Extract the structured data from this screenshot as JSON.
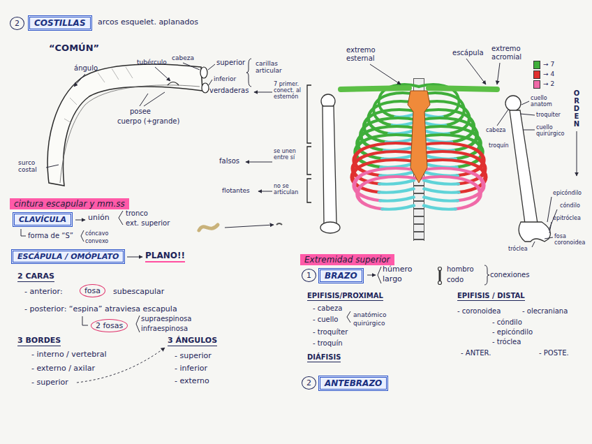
{
  "diagram": {
    "nodes": [
      {
        "text": [
          "2"
        ]
      },
      {
        "text": [
          "COSTILLAS"
        ]
      },
      {
        "text": [
          "cintura escapular y mm.ss"
        ]
      },
      {
        "text": [
          "CLAVÍCULA"
        ]
      },
      {
        "text": [
          "ESCÁPULA / OMÓPLATO"
        ]
      },
      {
        "text": [
          "fosa"
        ]
      },
      {
        "text": [
          "2 fosas"
        ]
      },
      {
        "text": [
          "Extremidad superior"
        ]
      },
      {
        "text": [
          "1"
        ]
      },
      {
        "text": [
          "BRAZO"
        ]
      },
      {
        "text": [
          "2"
        ]
      },
      {
        "text": [
          "ANTEBRAZO"
        ]
      }
    ],
    "labels": [
      "arcos esquelet. aplanados",
      "“COMÚN”",
      "tubérculo",
      "cabeza",
      "superior",
      "inferior",
      "carillas articular",
      "ángulo",
      "posee",
      "cuerpo (+grande)",
      "surco costal",
      "verdaderas",
      "7 primer. conect. al esternón",
      "falsos",
      "se unen entre sí",
      "flotantes",
      "no se articulan",
      "extremo esternal",
      "escápula",
      "extremo acromial",
      "cuello anatom",
      "troquíter",
      "cabeza",
      "cuello quirúrgico",
      "troquín",
      "ORDEN",
      "epicóndilo",
      "cóndilo",
      "epitróclea",
      "tróclea",
      "fosa coronoidea",
      "unión",
      "tronco",
      "ext. superior",
      "forma de “S”",
      "cóncavo",
      "convexo",
      "PLANO!!",
      "2 CARAS",
      "- anterior:",
      "subescapular",
      "- posterior: “espina” atraviesa escapula",
      "supraespinosa",
      "infraespinosa",
      "3 BORDES",
      "- interno / vertebral",
      "- externo / axilar",
      "- superior",
      "3 ÁNGULOS",
      "- superior",
      "- inferior",
      "- externo",
      "húmero",
      "largo",
      "hombro",
      "codo",
      "conexiones",
      "EPIFISIS/PROXIMAL",
      "- cabeza",
      "- cuello",
      "anatómico",
      "quirúrgico",
      "- troquíter",
      "- troquín",
      "DIÁFISIS",
      "EPIFISIS / DISTAL",
      "- coronoidea",
      "- olecraniana",
      "- cóndilo",
      "- epicóndilo",
      "- tróclea",
      "- ANTER.",
      "- POSTE."
    ],
    "legend": [
      {
        "text": "→ 7",
        "color": "#3fae3a"
      },
      {
        "text": "→ 4",
        "color": "#e0302f"
      },
      {
        "text": "→ 2",
        "color": "#f06aa8"
      }
    ]
  }
}
